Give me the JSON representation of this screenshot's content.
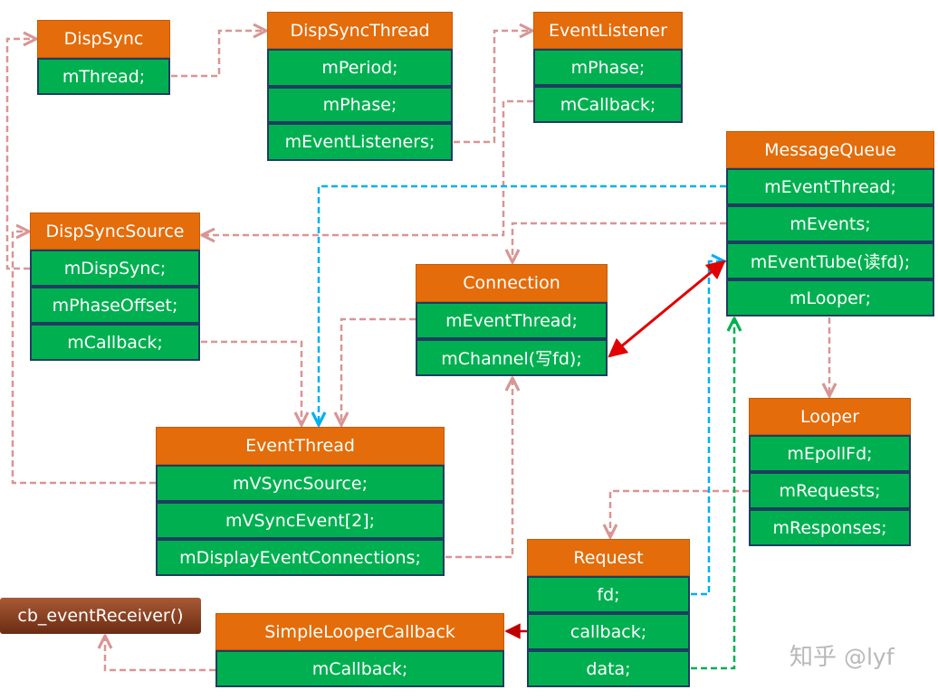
{
  "colors": {
    "header": "#e46c0a",
    "field": "#00b050",
    "field_border": "#1f3d60",
    "pointer_line": "#d99594",
    "fd_line": "#00b0f0",
    "data_line": "#00b050",
    "pipe_line": "#e00000",
    "receiver_box": "#8b3a1a",
    "watermark": "#b8b8b8"
  },
  "boxes": {
    "dispsync": {
      "title": "DispSync",
      "fields": [
        "mThread;"
      ]
    },
    "dispsyncthread": {
      "title": "DispSyncThread",
      "fields": [
        "mPeriod;",
        "mPhase;",
        "mEventListeners;"
      ]
    },
    "eventlistener": {
      "title": "EventListener",
      "fields": [
        "mPhase;",
        "mCallback;"
      ]
    },
    "messagequeue": {
      "title": "MessageQueue",
      "fields": [
        "mEventThread;",
        "mEvents;",
        "mEventTube(读fd);",
        "mLooper;"
      ]
    },
    "dispsyncsource": {
      "title": "DispSyncSource",
      "fields": [
        "mDispSync;",
        "mPhaseOffset;",
        "mCallback;"
      ]
    },
    "connection": {
      "title": "Connection",
      "fields": [
        "mEventThread;",
        "mChannel(写fd);"
      ]
    },
    "eventthread": {
      "title": "EventThread",
      "fields": [
        "mVSyncSource;",
        "mVSyncEvent[2];",
        "mDisplayEventConnections;"
      ]
    },
    "looper": {
      "title": "Looper",
      "fields": [
        "mEpollFd;",
        "mRequests;",
        "mResponses;"
      ]
    },
    "request": {
      "title": "Request",
      "fields": [
        "fd;",
        "callback;",
        "data;"
      ]
    },
    "simplelooper": {
      "title": "SimpleLooperCallback",
      "fields": [
        "mCallback;"
      ]
    }
  },
  "receiver": {
    "label": "cb_eventReceiver()"
  },
  "watermark": {
    "brand": "知乎",
    "user": "@lyf"
  }
}
